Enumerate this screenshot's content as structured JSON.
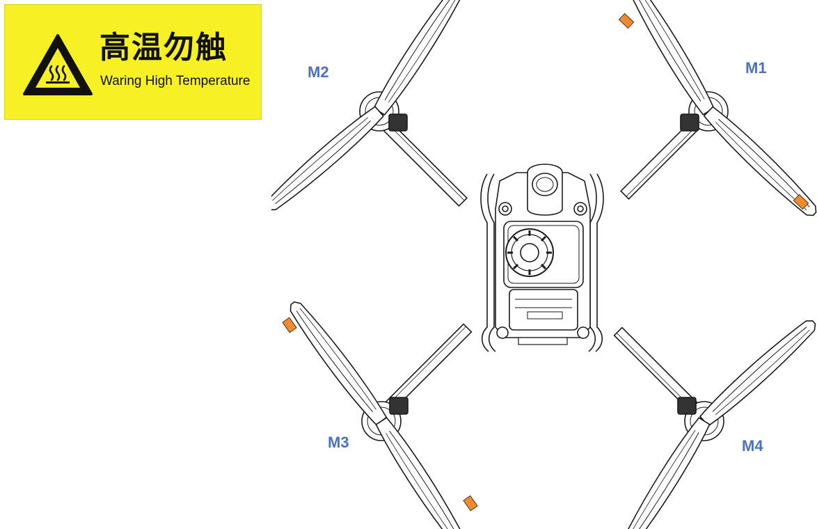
{
  "warning_label": {
    "title_cn": "高温勿触",
    "subtitle_en": "Waring High Temperature",
    "background_color": "#f7f023",
    "icon": "hot-surface-warning-icon"
  },
  "motors": {
    "m1": "M1",
    "m2": "M2",
    "m3": "M3",
    "m4": "M4"
  },
  "colors": {
    "motor_label": "#4a72c2",
    "propeller_tip": "#f08a2a",
    "line_art": "#1a1a1a"
  }
}
